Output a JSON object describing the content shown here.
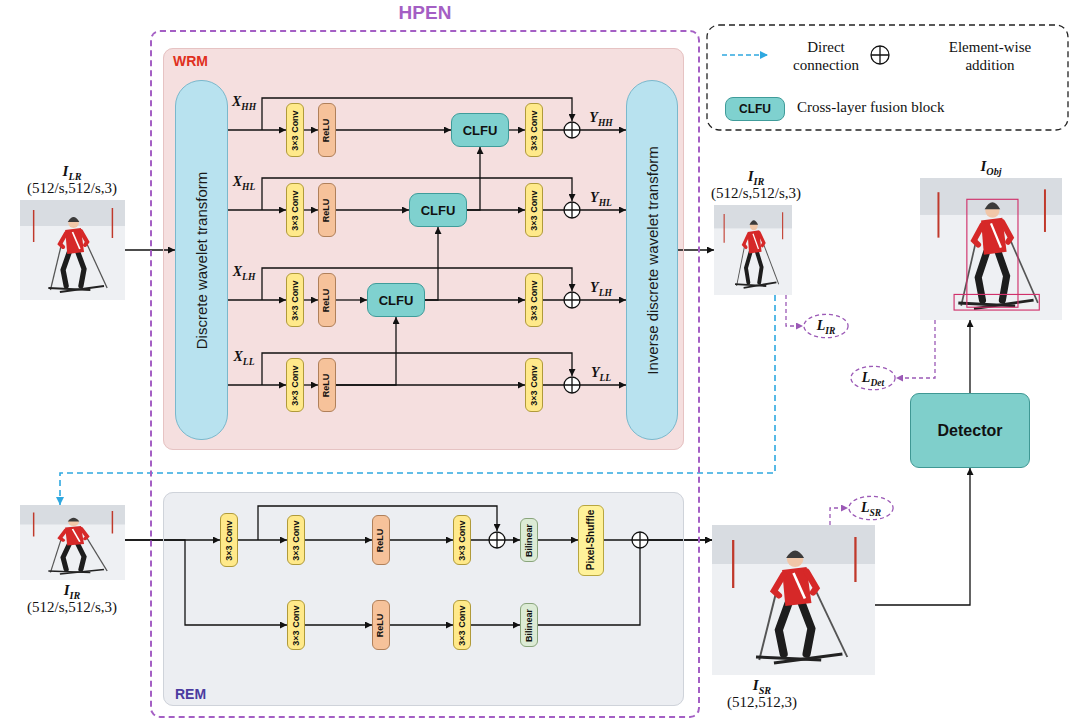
{
  "diagram": {
    "nodes": [
      {
        "text": [
          "HPEN"
        ]
      },
      {
        "text": [
          "WRM"
        ],
        "in": 0
      },
      {
        "text": [
          "Discrete wavelet transform"
        ],
        "in": 1
      },
      {
        "text": [
          "3×3 Conv"
        ],
        "in": 1
      },
      {
        "text": [
          "ReLU"
        ],
        "in": 1
      },
      {
        "text": [
          "CLFU"
        ],
        "in": 1
      },
      {
        "text": [
          "3×3 Conv"
        ],
        "in": 1
      },
      {
        "text": [
          "3×3 Conv"
        ],
        "in": 1
      },
      {
        "text": [
          "ReLU"
        ],
        "in": 1
      },
      {
        "text": [
          "CLFU"
        ],
        "in": 1
      },
      {
        "text": [
          "3×3 Conv"
        ],
        "in": 1
      },
      {
        "text": [
          "3×3 Conv"
        ],
        "in": 1
      },
      {
        "text": [
          "ReLU"
        ],
        "in": 1
      },
      {
        "text": [
          "CLFU"
        ],
        "in": 1
      },
      {
        "text": [
          "3×3 Conv"
        ],
        "in": 1
      },
      {
        "text": [
          "3×3 Conv"
        ],
        "in": 1
      },
      {
        "text": [
          "ReLU"
        ],
        "in": 1
      },
      {
        "text": [
          "3×3 Conv"
        ],
        "in": 1
      },
      {
        "text": [
          "Inverse discrete wavelet transform"
        ],
        "in": 1
      },
      {
        "text": [
          "REM"
        ],
        "in": 0
      },
      {
        "text": [
          "3×3 Conv"
        ],
        "in": 19
      },
      {
        "text": [
          "3×3 Conv"
        ],
        "in": 19
      },
      {
        "text": [
          "ReLU"
        ],
        "in": 19
      },
      {
        "text": [
          "3×3 Conv"
        ],
        "in": 19
      },
      {
        "text": [
          "Bilinear"
        ],
        "in": 19
      },
      {
        "text": [
          "Pixel-Shuffle"
        ],
        "in": 19
      },
      {
        "text": [
          "3×3 Conv"
        ],
        "in": 19
      },
      {
        "text": [
          "ReLU"
        ],
        "in": 19
      },
      {
        "text": [
          "3×3 Conv"
        ],
        "in": 19
      },
      {
        "text": [
          "Bilinear"
        ],
        "in": 19
      },
      {
        "text": [
          "ILR",
          "(512/s,512/s,3)"
        ]
      },
      {
        "text": [
          "IIR",
          "(512/s,512/s,3)"
        ]
      },
      {
        "text": [
          "LIR"
        ]
      },
      {
        "text": [
          "IObj"
        ]
      },
      {
        "text": [
          "LDet"
        ]
      },
      {
        "text": [
          "Detector"
        ]
      },
      {
        "text": [
          "IIR",
          "(512/s,512/s,3)"
        ]
      },
      {
        "text": [
          "ISR",
          "(512,512,3)"
        ]
      },
      {
        "text": [
          "LSR"
        ]
      }
    ],
    "edges": [
      {
        "from": 30,
        "to": 2,
        "arrow": "to"
      },
      {
        "from": 2,
        "to": 3,
        "label": "XHH",
        "arrow": "to"
      },
      {
        "from": 3,
        "to": 4,
        "arrow": "to"
      },
      {
        "from": 4,
        "to": 5,
        "arrow": "to"
      },
      {
        "from": 5,
        "to": 6,
        "arrow": "to"
      },
      {
        "from": 6,
        "to": 18,
        "label": "YHH",
        "arrow": "to"
      },
      {
        "from": 2,
        "to": 7,
        "label": "XHL",
        "arrow": "to"
      },
      {
        "from": 7,
        "to": 8,
        "arrow": "to"
      },
      {
        "from": 8,
        "to": 9,
        "arrow": "to"
      },
      {
        "from": 9,
        "to": 10,
        "arrow": "to"
      },
      {
        "from": 10,
        "to": 18,
        "label": "YHL",
        "arrow": "to"
      },
      {
        "from": 9,
        "to": 5,
        "arrow": "to"
      },
      {
        "from": 2,
        "to": 11,
        "label": "XLH",
        "arrow": "to"
      },
      {
        "from": 11,
        "to": 12,
        "arrow": "to"
      },
      {
        "from": 12,
        "to": 13,
        "arrow": "to"
      },
      {
        "from": 13,
        "to": 14,
        "arrow": "to"
      },
      {
        "from": 14,
        "to": 18,
        "label": "YLH",
        "arrow": "to"
      },
      {
        "from": 13,
        "to": 9,
        "arrow": "to"
      },
      {
        "from": 2,
        "to": 15,
        "label": "XLL",
        "arrow": "to"
      },
      {
        "from": 15,
        "to": 16,
        "arrow": "to"
      },
      {
        "from": 16,
        "to": 17,
        "arrow": "to"
      },
      {
        "from": 17,
        "to": 18,
        "label": "YLL",
        "arrow": "to"
      },
      {
        "from": 16,
        "to": 13,
        "arrow": "to"
      },
      {
        "from": 18,
        "to": 31,
        "arrow": "to"
      },
      {
        "from": 31,
        "to": 32,
        "arrow": "to"
      },
      {
        "from": 31,
        "to": 36,
        "arrow": "to"
      },
      {
        "from": 36,
        "to": 20,
        "arrow": "to"
      },
      {
        "from": 36,
        "to": 26,
        "arrow": "to"
      },
      {
        "from": 20,
        "to": 21,
        "arrow": "to"
      },
      {
        "from": 21,
        "to": 22,
        "arrow": "to"
      },
      {
        "from": 22,
        "to": 23,
        "arrow": "to"
      },
      {
        "from": 23,
        "to": 24,
        "arrow": "to"
      },
      {
        "from": 24,
        "to": 25,
        "arrow": "to"
      },
      {
        "from": 25,
        "to": 37,
        "arrow": "to"
      },
      {
        "from": 26,
        "to": 27,
        "arrow": "to"
      },
      {
        "from": 27,
        "to": 28,
        "arrow": "to"
      },
      {
        "from": 28,
        "to": 29,
        "arrow": "to"
      },
      {
        "from": 29,
        "to": 37,
        "arrow": "to"
      },
      {
        "from": 37,
        "to": 38,
        "arrow": "to"
      },
      {
        "from": 37,
        "to": 35,
        "arrow": "to"
      },
      {
        "from": 35,
        "to": 33,
        "arrow": "to"
      },
      {
        "from": 33,
        "to": 34,
        "arrow": "to"
      }
    ],
    "labels": [
      "CLFU"
    ],
    "legend": [
      {
        "text": "Direct connection"
      },
      {
        "text": "Element-wise addition"
      },
      {
        "text": "Cross-layer fusion block",
        "color": "#7fd1cf"
      }
    ]
  }
}
